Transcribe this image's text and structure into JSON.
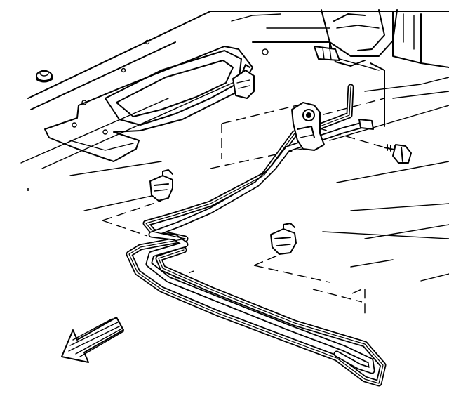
{
  "figure": {
    "kind": "exploded-view line drawing",
    "colors": {
      "ink": "#000000",
      "paper": "#ffffff"
    },
    "parts": [
      "floor-panel",
      "heat-shield",
      "brake-pipe-pair",
      "pipe-retaining-bracket",
      "bracket-bolt",
      "pipe-clip-left",
      "pipe-clip-center",
      "pipe-clip-upper",
      "flex-hose",
      "front-direction-arrow"
    ]
  }
}
